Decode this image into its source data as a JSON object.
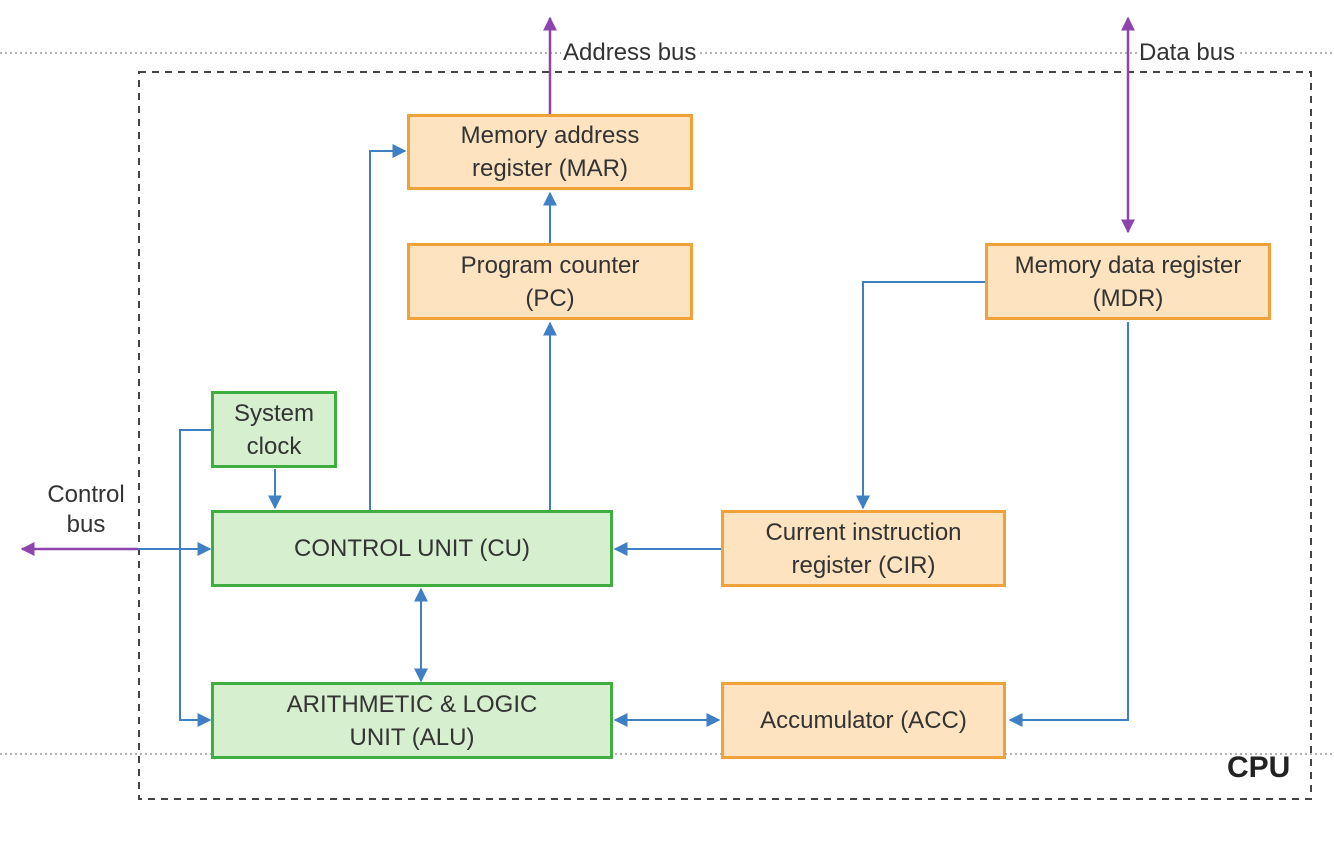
{
  "colors": {
    "register_fill": "#fde3bf",
    "register_border": "#f0a23a",
    "unit_fill": "#d6efcf",
    "unit_border": "#3dae3f",
    "internal_arrow": "#3f7fc4",
    "bus_arrow": "#8e44ad"
  },
  "cpu_label": "CPU",
  "buses": {
    "address": "Address bus",
    "data": "Data bus",
    "control": "Control\nbus"
  },
  "boxes": {
    "mar": "Memory address\nregister (MAR)",
    "pc": "Program counter\n(PC)",
    "mdr": "Memory data register\n(MDR)",
    "clock": "System\nclock",
    "cu": "CONTROL UNIT (CU)",
    "cir": "Current instruction\nregister (CIR)",
    "alu": "ARITHMETIC & LOGIC\nUNIT (ALU)",
    "acc": "Accumulator (ACC)"
  }
}
